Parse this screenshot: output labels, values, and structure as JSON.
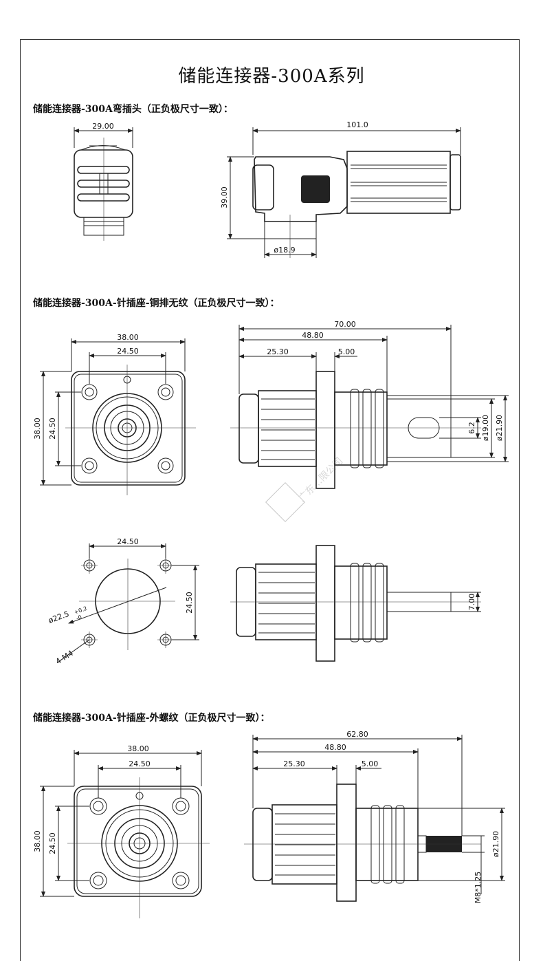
{
  "title": "储能连接器-300A系列",
  "sections": [
    {
      "heading": "储能连接器-300A弯插头（正负极尺寸一致）："
    },
    {
      "heading": "储能连接器-300A-针插座-铜排无纹（正负极尺寸一致）："
    },
    {
      "heading": "储能连接器-300A-针插座-外螺纹（正负极尺寸一致）："
    }
  ],
  "dims": {
    "s1_width": "29.00",
    "s1_length": "101.0",
    "s1_height": "39.00",
    "s1_dia": "ø18.9",
    "s2_flange_w": "38.00",
    "s2_hole_pitch": "24.50",
    "s2_flange_h": "38.00",
    "s2_hole_pitch_v": "24.50",
    "s2_total_len": "70.00",
    "s2_len2": "48.80",
    "s2_len3": "25.30",
    "s2_flange_t": "5.00",
    "s2_slot": "6.2",
    "s2_dia1": "ø19.00",
    "s2_dia2": "ø21.90",
    "s2_cut_pitch": "24.50",
    "s2_cut_pitch_v": "24.50",
    "s2_cut_dia": "ø22.5",
    "s2_cut_tol_plus": "+0.2",
    "s2_cut_tol_minus": "-0",
    "s2_cut_holes": "4-M4",
    "s2_busbar_t": "7.00",
    "s3_flange_w": "38.00",
    "s3_hole_pitch": "24.50",
    "s3_flange_h": "38.00",
    "s3_hole_pitch_v": "24.50",
    "s3_total_len": "62.80",
    "s3_len2": "48.80",
    "s3_len3": "25.30",
    "s3_flange_t": "5.00",
    "s3_dia": "ø21.90",
    "s3_thread": "M8*1.25"
  },
  "watermark": "广东…限公司"
}
